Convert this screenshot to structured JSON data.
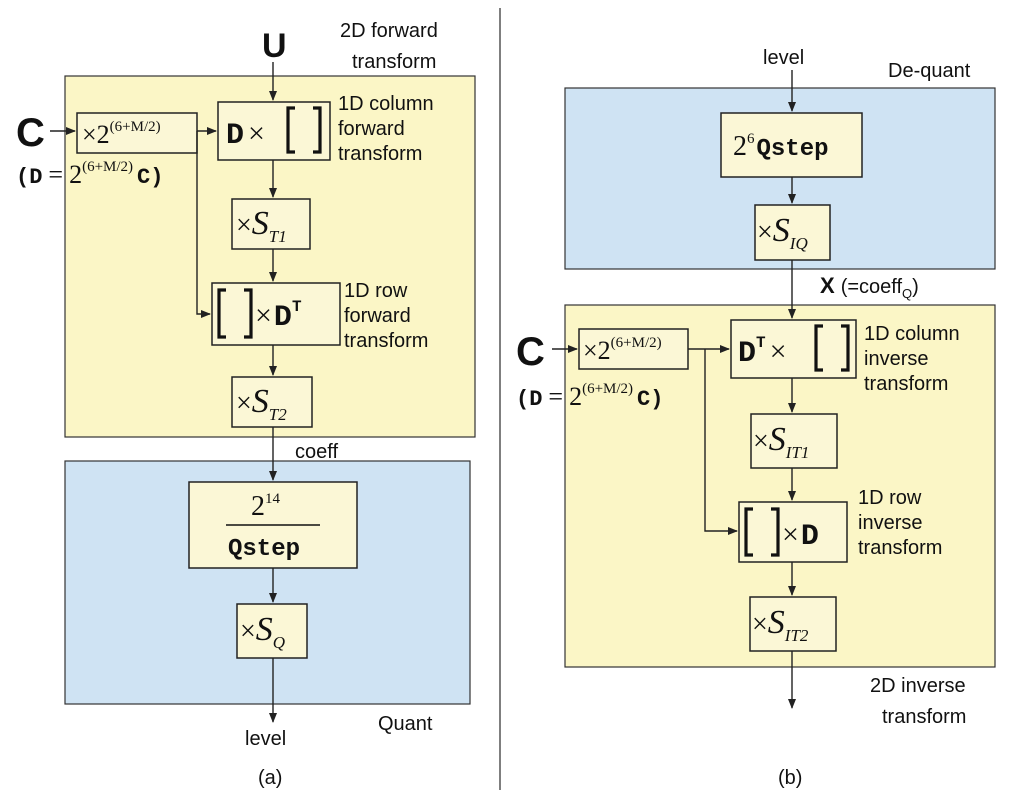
{
  "panel_a": {
    "input_U": "U",
    "title_line1": "2D forward",
    "title_line2": "transform",
    "input_C": "C",
    "scale_box": {
      "times": "×",
      "base": "2",
      "exp": "(6+M/2)"
    },
    "d_def": {
      "open": "(D",
      "eq": "=",
      "base": "2",
      "exp": "(6+M/2)",
      "close": "C)"
    },
    "col_box": {
      "matrix": "D",
      "times": "×"
    },
    "col_label": [
      "1D column",
      "forward",
      "transform"
    ],
    "st1_box": {
      "times": "×",
      "sym": "S",
      "sub": "T1"
    },
    "row_box": {
      "times": "×",
      "matrix": "D",
      "sup": "T"
    },
    "row_label": [
      "1D row",
      "forward",
      "transform"
    ],
    "st2_box": {
      "times": "×",
      "sym": "S",
      "sub": "T2"
    },
    "coeff_label": "coeff",
    "q_box": {
      "num_base": "2",
      "num_exp": "14",
      "den": "Qstep"
    },
    "sq_box": {
      "times": "×",
      "sym": "S",
      "sub": "Q"
    },
    "quant_label": "Quant",
    "output_label": "level",
    "caption": "(a)"
  },
  "panel_b": {
    "input_level": "level",
    "dequant_label": "De-quant",
    "dq_box": {
      "base": "2",
      "exp": "6",
      "word": "Qstep"
    },
    "siq_box": {
      "times": "×",
      "sym": "S",
      "sub": "IQ"
    },
    "x_label": {
      "var": "X",
      "rest": "(=coeff",
      "sub": "Q",
      "close": ")"
    },
    "input_C": "C",
    "scale_box": {
      "times": "×",
      "base": "2",
      "exp": "(6+M/2)"
    },
    "d_def": {
      "open": "(D",
      "eq": "=",
      "base": "2",
      "exp": "(6+M/2)",
      "close": "C)"
    },
    "col_box": {
      "matrix": "D",
      "sup": "T",
      "times": "×"
    },
    "col_label": [
      "1D column",
      "inverse",
      "transform"
    ],
    "sit1_box": {
      "times": "×",
      "sym": "S",
      "sub": "IT1"
    },
    "row_box": {
      "times": "×",
      "matrix": "D"
    },
    "row_label": [
      "1D row",
      "inverse",
      "transform"
    ],
    "sit2_box": {
      "times": "×",
      "sym": "S",
      "sub": "IT2"
    },
    "title_line1": "2D inverse",
    "title_line2": "transform",
    "caption": "(b)"
  }
}
